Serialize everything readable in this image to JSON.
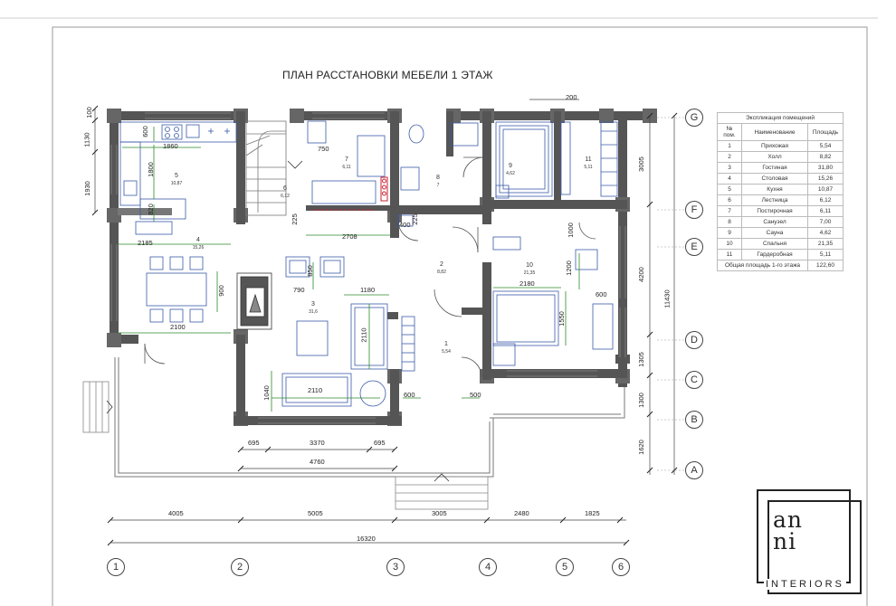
{
  "title": "ПЛАН РАССТАНОВКИ МЕБЕЛИ 1 ЭТАЖ",
  "explication": {
    "header": "Экспликация помещений",
    "columns": [
      "№ пом.",
      "Наименование",
      "Площадь"
    ],
    "rows": [
      [
        "1",
        "Прихожая",
        "5,54"
      ],
      [
        "2",
        "Холл",
        "8,82"
      ],
      [
        "3",
        "Гостиная",
        "31,80"
      ],
      [
        "4",
        "Столовая",
        "15,26"
      ],
      [
        "5",
        "Кухня",
        "10,87"
      ],
      [
        "6",
        "Лестница",
        "6,12"
      ],
      [
        "7",
        "Постирочная",
        "6,11"
      ],
      [
        "8",
        "Санузел",
        "7,00"
      ],
      [
        "9",
        "Сауна",
        "4,62"
      ],
      [
        "10",
        "Спальня",
        "21,35"
      ],
      [
        "11",
        "Гардеробная",
        "5,11"
      ]
    ],
    "total_label": "Общая площадь 1-го этажа",
    "total_value": "122,60"
  },
  "rooms": [
    {
      "num": "1",
      "area": "5,54"
    },
    {
      "num": "2",
      "area": "8,82"
    },
    {
      "num": "3",
      "area": "31,6"
    },
    {
      "num": "4",
      "area": "15,26"
    },
    {
      "num": "5",
      "area": "10,87"
    },
    {
      "num": "6",
      "area": "6,12"
    },
    {
      "num": "7",
      "area": "6,11"
    },
    {
      "num": "8",
      "area": "7"
    },
    {
      "num": "9",
      "area": "4,62"
    },
    {
      "num": "10",
      "area": "21,35"
    },
    {
      "num": "11",
      "area": "5,11"
    }
  ],
  "axes_letters": [
    "G",
    "F",
    "E",
    "D",
    "C",
    "B",
    "A"
  ],
  "axes_numbers": [
    "1",
    "2",
    "3",
    "4",
    "5",
    "6"
  ],
  "bottom_dims": {
    "segments": [
      "4005",
      "5005",
      "3005",
      "2480",
      "1825"
    ],
    "total": "16320",
    "porch_a": "695",
    "porch_b": "3370",
    "porch_c": "695",
    "porch_total": "4760"
  },
  "left_dims": [
    "100",
    "1130",
    "1930"
  ],
  "right_dims": [
    "3005",
    "4200",
    "1305",
    "1300",
    "1620"
  ],
  "right_total": "11430",
  "top_dim": "200",
  "inner_dims": {
    "kitchen_w": "1860",
    "kitchen_a": "600",
    "kitchen_b": "1800",
    "kitchen_c": "820",
    "dining_w": "2185",
    "dining_h": "900",
    "dining_bottom": "2100",
    "stair_a": "750",
    "stair_b": "225",
    "laundry_w": "2708",
    "laundry_b": "400",
    "laundry_c": "225",
    "fire_a": "850",
    "fire_b": "790",
    "sofa_w": "1180",
    "sofa_h": "2110",
    "tv_w": "2110",
    "tv_h": "1040",
    "hall_a": "600",
    "hall_b": "500",
    "bed_w": "2180",
    "bed_h": "1550",
    "bed_c": "1200",
    "bed_d": "600",
    "bath_a": "1000"
  },
  "logo": {
    "line1": "an",
    "line2": "ni",
    "line3": "INTERIORS"
  }
}
